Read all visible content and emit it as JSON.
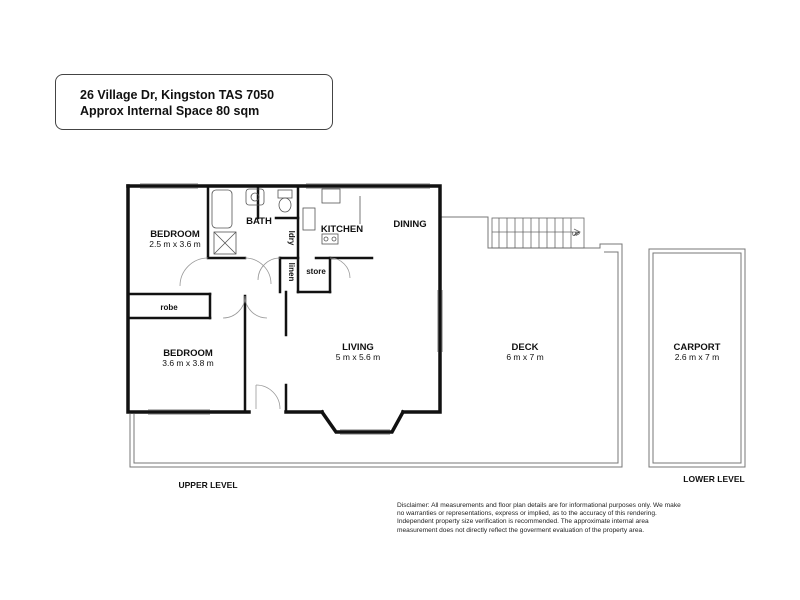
{
  "header": {
    "address": "26 Village Dr, Kingston TAS 7050",
    "space": "Approx Internal Space 80 sqm"
  },
  "rooms": {
    "bedroom1": {
      "name": "BEDROOM",
      "size": "2.5 m x 3.6 m"
    },
    "bedroom2": {
      "name": "BEDROOM",
      "size": "3.6 m x 3.8 m"
    },
    "bath": "BATH",
    "ldry": "ldry",
    "kitchen": "KITCHEN",
    "dining": "DINING",
    "linen": "linen",
    "store": "store",
    "robe": "robe",
    "living": {
      "name": "LIVING",
      "size": "5 m x 5.6 m"
    },
    "deck": {
      "name": "DECK",
      "size": "6 m x 7 m"
    },
    "carport": {
      "name": "CARPORT",
      "size": "2.6 m x 7 m"
    },
    "stairs": "UP"
  },
  "levels": {
    "upper": "UPPER LEVEL",
    "lower": "LOWER LEVEL"
  },
  "disclaimer": "Disclaimer: All measurements and floor plan details are for informational purposes only. We make no warranties or representations, express or implied, as to the accuracy of this rendering. Independent property size verification is recommended. The approximate internal area measurement does not directly reflect the goverment evaluation of the property area."
}
